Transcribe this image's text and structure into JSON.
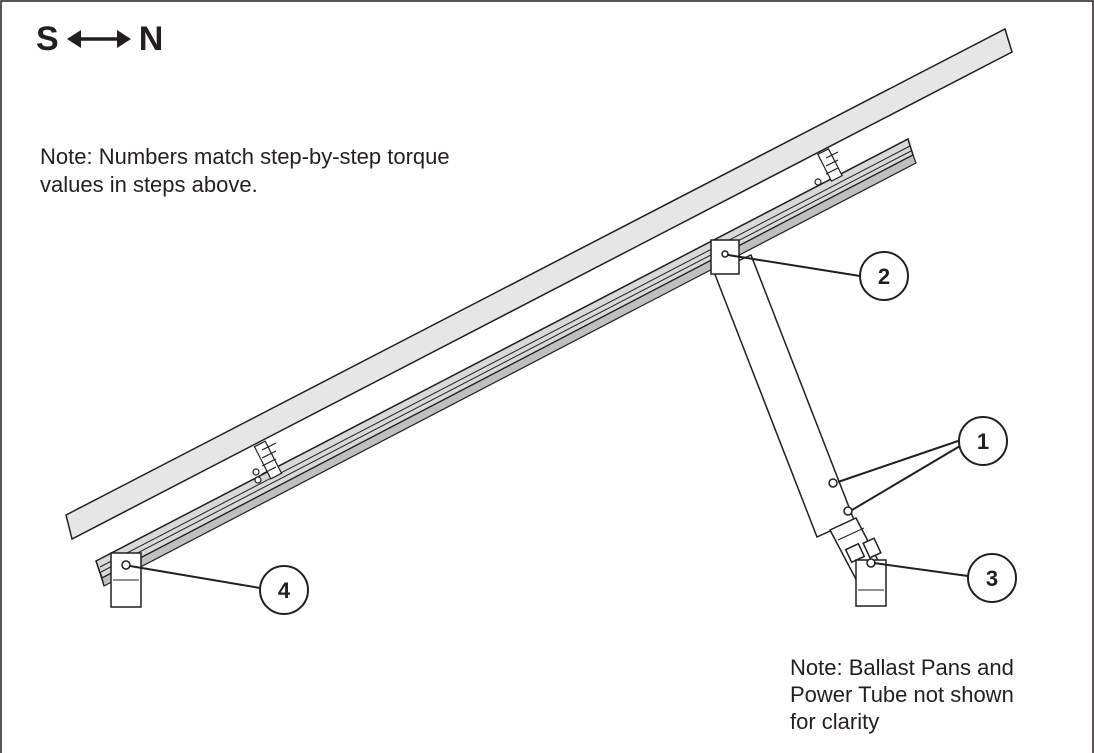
{
  "compass": {
    "left": "S",
    "right": "N"
  },
  "notes": {
    "top_line1": "Note: Numbers match step-by-step torque",
    "top_line2": "values in steps above.",
    "bottom_line1": "Note: Ballast Pans and",
    "bottom_line2": "Power Tube not shown",
    "bottom_line3": "for clarity"
  },
  "callouts": {
    "c1": "1",
    "c2": "2",
    "c3": "3",
    "c4": "4"
  },
  "colors": {
    "stroke": "#231f20",
    "panel_fill": "#e6e6e6",
    "rail_fill": "#d9d9d9",
    "background": "#ffffff"
  }
}
